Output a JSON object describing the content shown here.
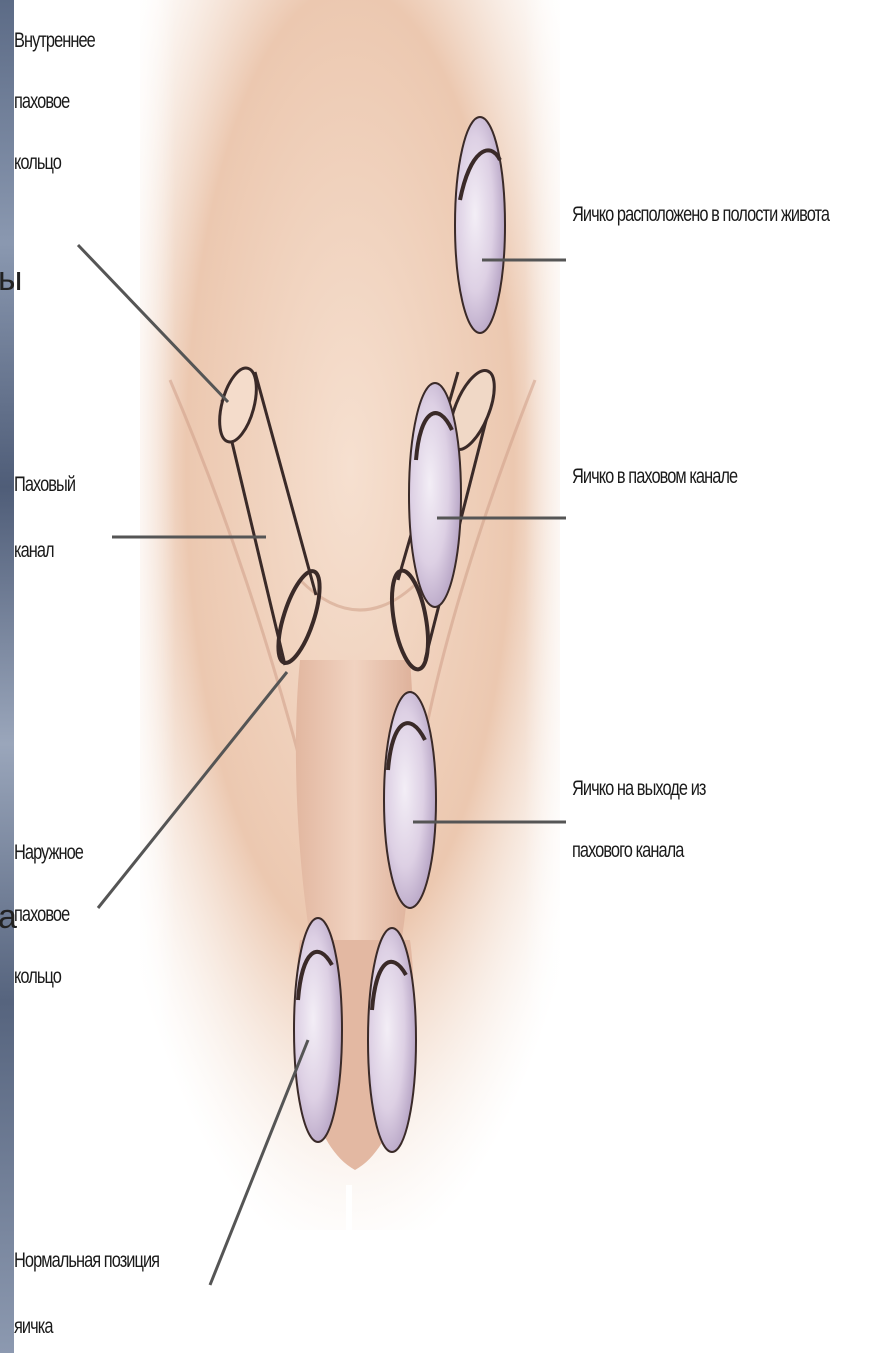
{
  "labels": {
    "internal_ring": [
      "Внутреннее",
      "паховое",
      "кольцо"
    ],
    "inguinal_canal": [
      "Паховый",
      "канал"
    ],
    "external_ring": [
      "Наружное",
      "паховое",
      "кольцо"
    ],
    "normal_position": [
      "Нормальная позиция",
      "яичка"
    ],
    "testis_abdomen": "Яичко расположено в полости живота",
    "testis_canal": "Яичко в паховом канале",
    "testis_exit": [
      "Яичко на выходе из",
      "пахового канала"
    ]
  },
  "edge_fragments": {
    "top": "ы",
    "bottom": "а"
  },
  "colors": {
    "skin_light": "#f4dccb",
    "skin_mid": "#e8c3ab",
    "skin_dark": "#d8a88f",
    "testis_fill": "#e6dcea",
    "testis_shade": "#b9a8c4",
    "outline": "#3a2a28",
    "leader_line": "#555555"
  }
}
